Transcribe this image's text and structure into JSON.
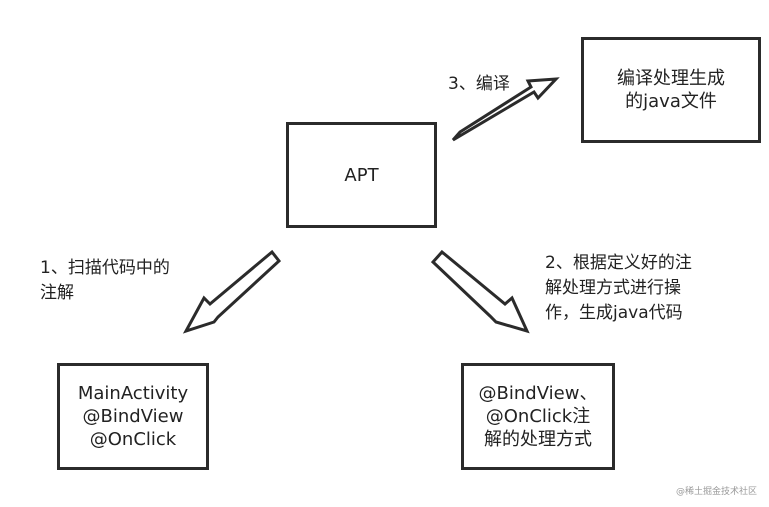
{
  "boxes": {
    "apt": {
      "lines": [
        "APT"
      ]
    },
    "compile": {
      "lines": [
        "编译处理生成",
        "的java文件"
      ]
    },
    "main": {
      "lines": [
        "MainActivity",
        "@BindView",
        "@OnClick"
      ]
    },
    "handle": {
      "lines": [
        "@BindView、",
        "@OnClick注",
        "解的处理方式"
      ]
    }
  },
  "labels": {
    "step1": [
      "1、扫描代码中的",
      "注解"
    ],
    "step2": [
      "2、根据定义好的注",
      "解处理方式进行操",
      "作，生成java代码"
    ],
    "step3": [
      "3、编译"
    ]
  },
  "watermark": "@稀土掘金技术社区"
}
